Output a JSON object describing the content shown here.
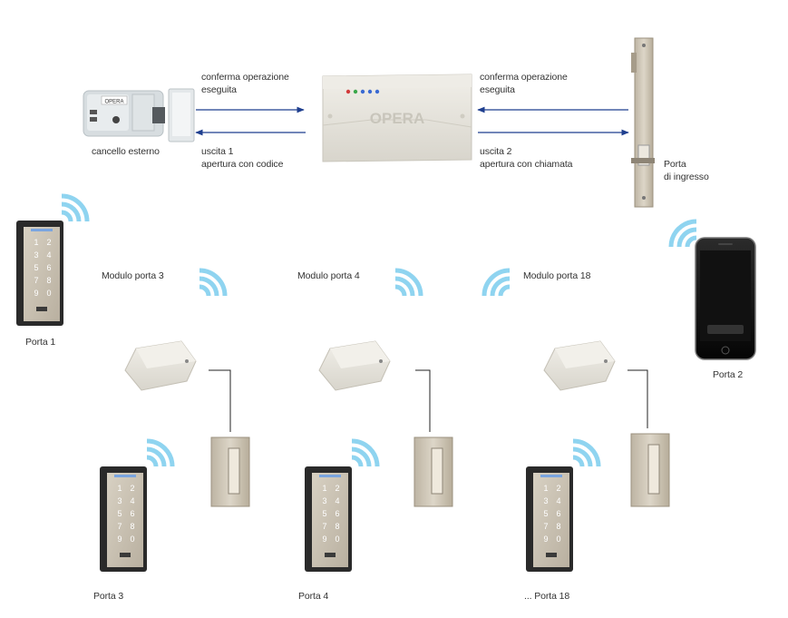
{
  "labels": {
    "gate": "cancello esterno",
    "left_top_1": "conferma operazione",
    "left_top_2": "eseguita",
    "left_bottom_1": "uscita 1",
    "left_bottom_2": "apertura con codice",
    "right_top_1": "conferma operazione",
    "right_top_2": "eseguita",
    "right_bottom_1": "uscita 2",
    "right_bottom_2": "apertura con chiamata",
    "entry_door_1": "Porta",
    "entry_door_2": "di ingresso",
    "door1": "Porta 1",
    "door2": "Porta 2",
    "module3": "Modulo porta 3",
    "module4": "Modulo porta 4",
    "module18": "Modulo porta 18",
    "door3": "Porta 3",
    "door4": "Porta 4",
    "door18": "... Porta 18"
  },
  "controller_logo": "OPERA",
  "gate_lock_logo": "OPERA",
  "keypad_keys": [
    "1",
    "2",
    "3",
    "4",
    "5",
    "6",
    "7",
    "8",
    "9",
    "0"
  ],
  "colors": {
    "arrow": "#1f3f8f",
    "wireless": "#8fd4f0",
    "device_beige": "#e7e4dc",
    "keypad_body": "#cfc8ba",
    "keypad_frame": "#222222"
  },
  "icons": [
    "wifi-signal-icon",
    "arrow-right-icon",
    "arrow-left-icon"
  ]
}
